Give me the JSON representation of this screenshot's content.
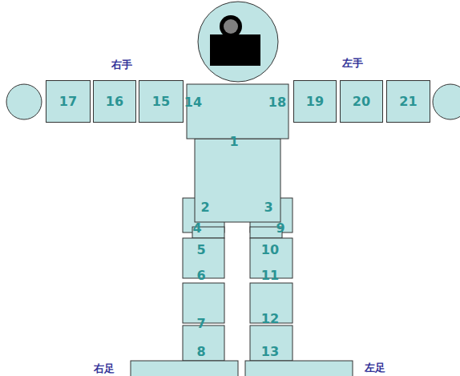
{
  "diagram": {
    "nodes": [
      {
        "text": [
          "17"
        ]
      },
      {
        "text": [
          "16"
        ]
      },
      {
        "text": [
          "15"
        ]
      },
      {
        "text": [
          "19"
        ]
      },
      {
        "text": [
          "20"
        ]
      },
      {
        "text": [
          "21"
        ]
      }
    ],
    "labels": [
      "右手",
      "左手",
      "14",
      "18",
      "1",
      "2",
      "3",
      "4",
      "9",
      "5",
      "10",
      "6",
      "11",
      "7",
      "12",
      "8",
      "13",
      "右足",
      "左足"
    ]
  }
}
